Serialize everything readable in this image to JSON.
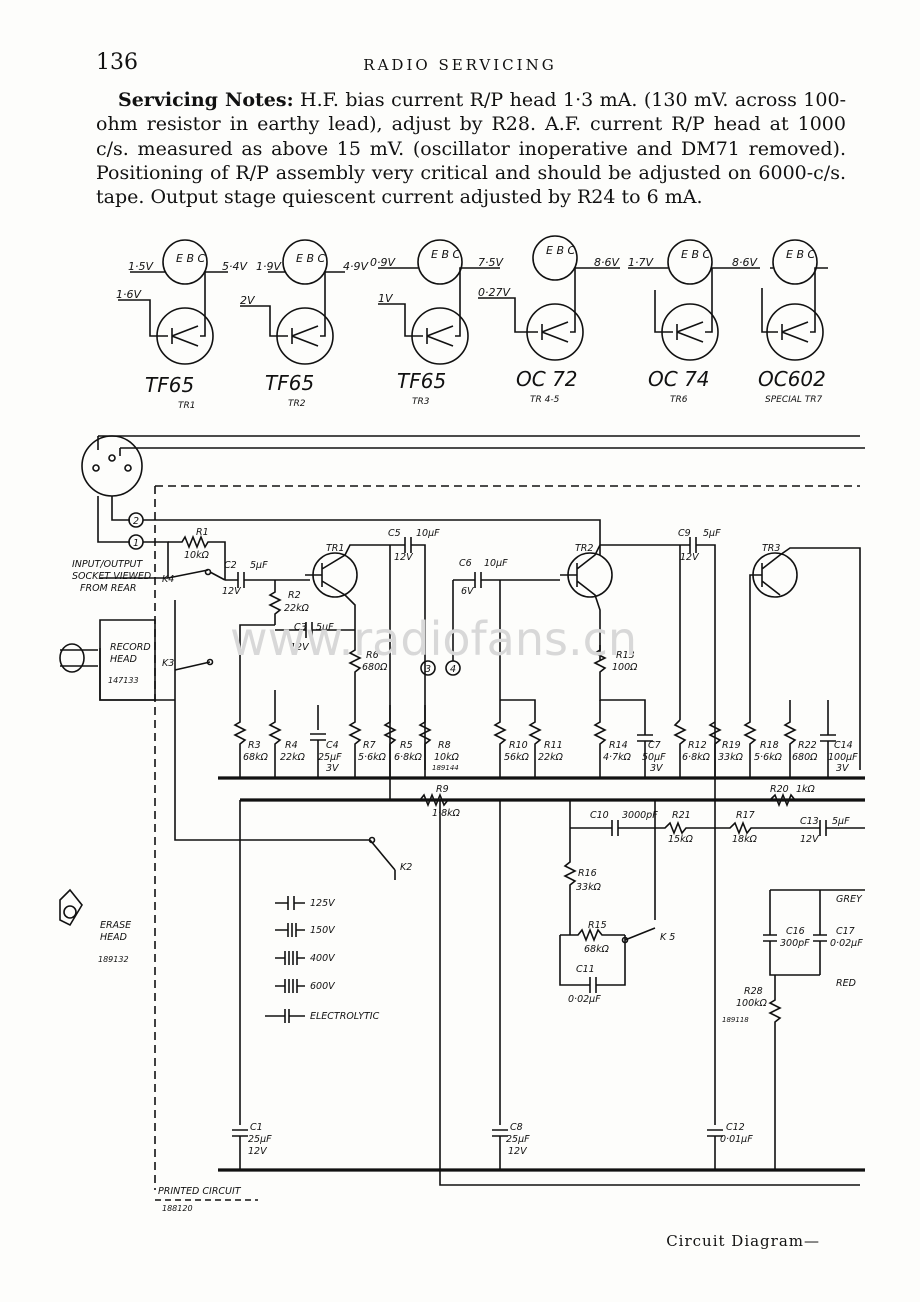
{
  "page": {
    "number": "136",
    "running_head": "RADIO SERVICING"
  },
  "notes": {
    "heading": "Servicing Notes:",
    "body": "H.F. bias current R/P head 1·3 mA. (130 mV. across 100-ohm resistor in earthy lead), adjust by R28. A.F. current R/P head at 1000 c/s. measured as above 15 mV. (oscillator inoperative and DM71 removed). Positioning of R/P assembly very critical and should be adjusted on 6000-c/s. tape. Output stage quiescent current adjusted by R24 to 6 mA."
  },
  "transistors": [
    {
      "type": "TF65",
      "ref": "TR1",
      "pins": "E B C",
      "v_left_top": "1·5V",
      "v_left_bottom": "1·6V",
      "v_right": "5·4V"
    },
    {
      "type": "TF65",
      "ref": "TR2",
      "pins": "E B C",
      "v_left_top": "1·9V",
      "v_left_bottom": "2V",
      "v_right": "4·9V"
    },
    {
      "type": "TF65",
      "ref": "TR3",
      "pins": "E B C",
      "v_left_top": "0·9V",
      "v_left_bottom": "1V",
      "v_right": "7·5V"
    },
    {
      "type": "OC 72",
      "ref": "TR 4-5",
      "pins": "E B C",
      "v_left_top": "",
      "v_left_bottom": "0·27V",
      "v_right": "8·6V"
    },
    {
      "type": "OC 74",
      "ref": "TR6",
      "pins": "E B C",
      "v_left_top": "1·7V",
      "v_left_bottom": "",
      "v_right": "8·6V"
    },
    {
      "type": "OC602",
      "ref": "SPECIAL TR7",
      "pins": "E B C",
      "v_left_top": "",
      "v_left_bottom": "",
      "v_right": ""
    }
  ],
  "circuit_labels": {
    "socket": [
      "INPUT/OUTPUT",
      "SOCKET VIEWED",
      "FROM REAR"
    ],
    "record_head": [
      "RECORD",
      "HEAD"
    ],
    "record_head_part": "147133",
    "erase_head": [
      "ERASE",
      "HEAD"
    ],
    "erase_head_part": "189132",
    "printed_circuit": "PRINTED CIRCUIT",
    "printed_circuit_part": "188120",
    "r8_part": "189144",
    "r28_part": "189118",
    "grey": "GREY",
    "red": "RED",
    "tr1": "TR1",
    "tr2": "TR2",
    "tr3": "TR3",
    "k2": "K2",
    "k3": "K3",
    "k4": "K4",
    "k5": "K 5",
    "node1": "1",
    "node2": "2",
    "node3": "3",
    "node4": "4",
    "r1": "R1",
    "r1v": "10kΩ",
    "c2": "C2",
    "c2v": "5μF",
    "c2w": "12V",
    "r2": "R2",
    "r2v": "22kΩ",
    "c3": "C3",
    "c3v": "5μF",
    "c3w": "12V",
    "r6": "R6",
    "r6v": "680Ω",
    "c5": "C5",
    "c5v": "10μF",
    "c5w": "12V",
    "c6": "C6",
    "c6v": "10μF",
    "c6w": "6V",
    "c9": "C9",
    "c9v": "5μF",
    "c9w": "12V",
    "r13": "R13",
    "r13v": "100Ω",
    "r3": "R3",
    "r3v": "68kΩ",
    "r4": "R4",
    "r4v": "22kΩ",
    "c4": "C4",
    "c4v": "25μF",
    "c4w": "3V",
    "r7": "R7",
    "r7v": "5·6kΩ",
    "r5": "R5",
    "r5v": "6·8kΩ",
    "r8": "R8",
    "r8v": "10kΩ",
    "r10": "R10",
    "r10v": "56kΩ",
    "r11": "R11",
    "r11v": "22kΩ",
    "r14": "R14",
    "r14v": "4·7kΩ",
    "c7": "C7",
    "c7v": "50μF",
    "c7w": "3V",
    "r12": "R12",
    "r12v": "6·8kΩ",
    "r19": "R19",
    "r19v": "33kΩ",
    "r18": "R18",
    "r18v": "5·6kΩ",
    "r22": "R22",
    "r22v": "680Ω",
    "c14": "C14",
    "c14v": "100μF",
    "c14w": "3V",
    "r9": "R9",
    "r9v": "1·8kΩ",
    "r20": "R20",
    "r20v": "1kΩ",
    "c10": "C10",
    "c10v": "3000pF",
    "r21": "R21",
    "r21v": "15kΩ",
    "r17": "R17",
    "r17v": "18kΩ",
    "c13": "C13",
    "c13v": "5μF",
    "c13w": "12V",
    "r16": "R16",
    "r16v": "33kΩ",
    "r15": "R15",
    "r15v": "68kΩ",
    "c11": "C11",
    "c11v": "0·02μF",
    "c16": "C16",
    "c16v": "300pF",
    "c17": "C17",
    "c17v": "0·02μF",
    "r28": "R28",
    "r28v": "100kΩ",
    "c1": "C1",
    "c1v": "25μF",
    "c1w": "12V",
    "c8": "C8",
    "c8v": "25μF",
    "c8w": "12V",
    "c12": "C12",
    "c12v": "0·01μF",
    "legend_125": "125V",
    "legend_150": "150V",
    "legend_400": "400V",
    "legend_600": "600V",
    "legend_elec": "ELECTROLYTIC"
  },
  "watermark": "www.radiofans.cn",
  "caption": "Circuit Diagram—"
}
